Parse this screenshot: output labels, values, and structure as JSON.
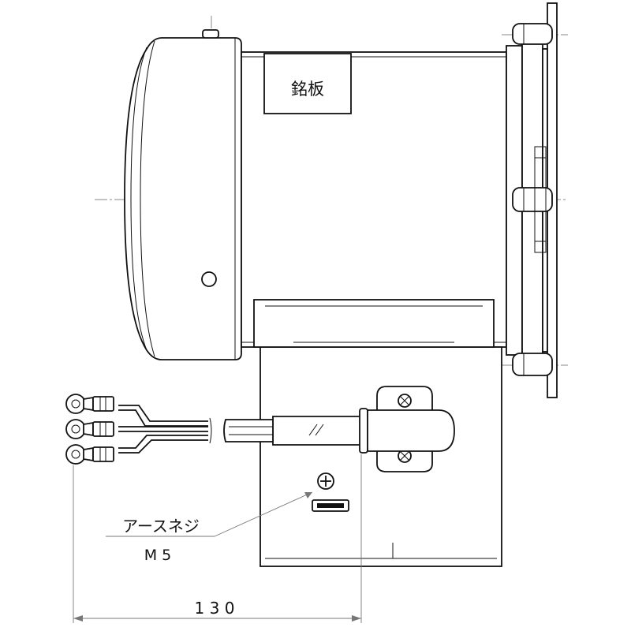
{
  "labels": {
    "nameplate": "銘板",
    "earth_screw": "アースネジ",
    "earth_screw_size": "M 5",
    "dimension_130": "1 3 0"
  },
  "colors": {
    "line": "#111111",
    "center_line": "#888888",
    "dimension_line": "#777777",
    "background": "#ffffff"
  },
  "icons": {
    "earth_screw": "earth-screw-icon",
    "ring_terminal": "ring-terminal-icon"
  }
}
